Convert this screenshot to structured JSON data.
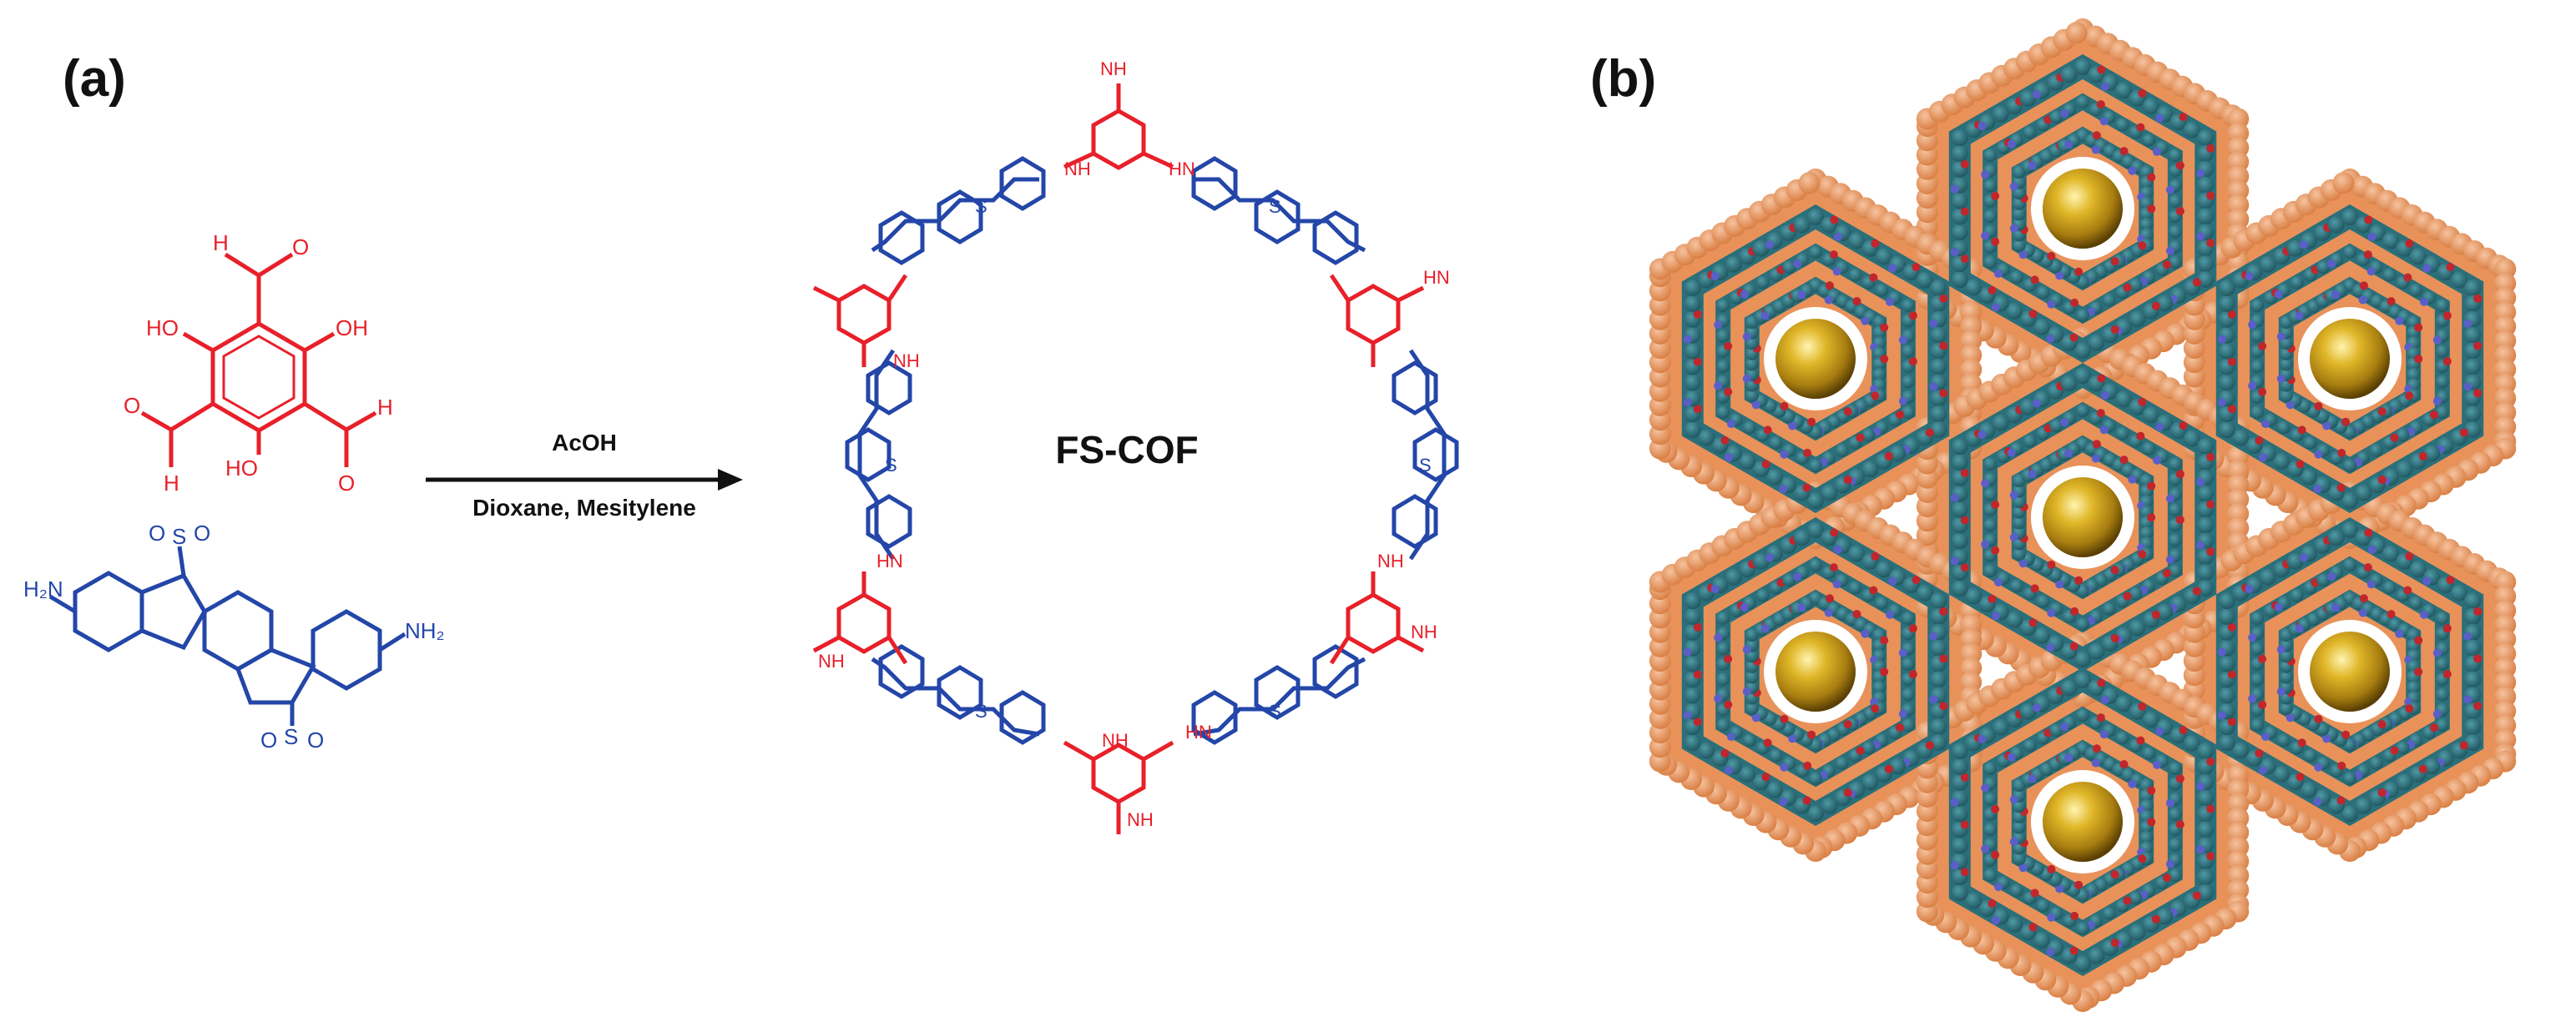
{
  "panels": {
    "a": {
      "label": "(a)",
      "reaction": {
        "reagent": "AcOH",
        "conditions": "Dioxane, Mesitylene",
        "product": "FS-COF"
      },
      "aldehyde_monomer": {
        "substituents": {
          "cho": "H",
          "oh": "HO",
          "oh_right": "OH"
        }
      },
      "amine_monomer": {
        "left_amine": "H₂N",
        "right_amine": "NH₂",
        "sulfone_s": "S",
        "sulfone_o": "O"
      },
      "framework_labels": {
        "nh": "NH",
        "hn": "HN",
        "o": "O",
        "s": "S"
      }
    },
    "b": {
      "label": "(b)"
    }
  },
  "colors": {
    "aldehyde": "#e8202a",
    "amine": "#2346a8",
    "framework": "#2a6f7a",
    "stacking": "#e8925a",
    "guest": "#c9a01a"
  }
}
